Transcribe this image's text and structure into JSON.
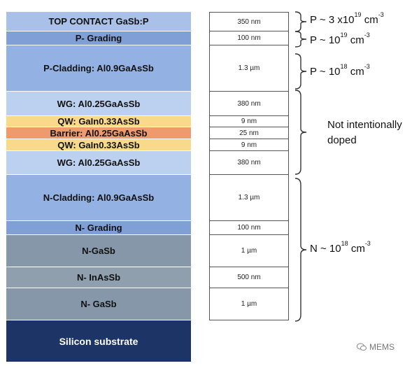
{
  "layers": [
    {
      "name": "TOP CONTACT GaSb:P",
      "thickness": "350 nm",
      "color": "#a9c1e8"
    },
    {
      "name": "P- Grading",
      "thickness": "100 nm",
      "color": "#7f9fd6"
    },
    {
      "name": "P-Cladding: Al0.9GaAsSb",
      "thickness": "1.3 µm",
      "color": "#93b1e3"
    },
    {
      "name": "WG: Al0.25GaAsSb",
      "thickness": "380 nm",
      "color": "#bcd0ef"
    },
    {
      "name": "QW: GaIn0.33AsSb",
      "thickness": "9 nm",
      "color": "#f9d98a"
    },
    {
      "name": "Barrier: Al0.25GaAsSb",
      "thickness": "25 nm",
      "color": "#ef9a6d"
    },
    {
      "name": "QW: GaIn0.33AsSb",
      "thickness": "9 nm",
      "color": "#f9d98a"
    },
    {
      "name": "WG: Al0.25GaAsSb",
      "thickness": "380 nm",
      "color": "#bcd0ef"
    },
    {
      "name": "N-Cladding: Al0.9GaAsSb",
      "thickness": "1.3 µm",
      "color": "#93b1e3"
    },
    {
      "name": "N- Grading",
      "thickness": "100 nm",
      "color": "#7f9fd6"
    },
    {
      "name": "N-GaSb",
      "thickness": "1 µm",
      "color": "#8597a8"
    },
    {
      "name": "N- InAsSb",
      "thickness": "500 nm",
      "color": "#8f9fae"
    },
    {
      "name": "N- GaSb",
      "thickness": "1 µm",
      "color": "#8597a8"
    },
    {
      "name": "Silicon substrate",
      "thickness": "",
      "color": "#1d3566"
    }
  ],
  "doping": {
    "top_contact": {
      "prefix": "P ~ 3 x10",
      "exp": "19",
      "unit": "cm",
      "unit_exp": "-3"
    },
    "p_grading": {
      "prefix": "P ~ 10",
      "exp": "19",
      "unit": "cm",
      "unit_exp": "-3"
    },
    "p_cladding": {
      "prefix": "P ~ 10",
      "exp": "18",
      "unit": "cm",
      "unit_exp": "-3"
    },
    "undoped_line1": "Not intentionally",
    "undoped_line2": "doped",
    "n_region": {
      "prefix": "N ~ 10",
      "exp": "18",
      "unit": "cm",
      "unit_exp": "-3"
    }
  },
  "watermark": "MEMS"
}
